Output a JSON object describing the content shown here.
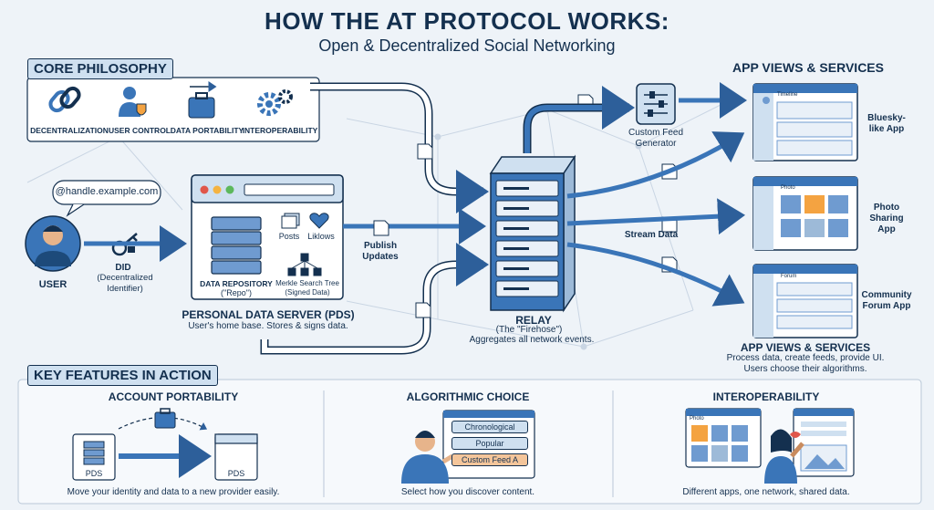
{
  "header": {
    "title": "HOW THE AT PROTOCOL WORKS:",
    "subtitle": "Open & Decentralized Social Networking"
  },
  "core_philosophy": {
    "title": "CORE PHILOSOPHY",
    "items": [
      {
        "label": "DECENTRALIZATION",
        "icon": "chain-link-icon"
      },
      {
        "label": "USER CONTROL",
        "icon": "user-shield-icon"
      },
      {
        "label": "DATA PORTABILITY",
        "icon": "suitcase-icon"
      },
      {
        "label": "INTEROPERABILITY",
        "icon": "gears-icon"
      }
    ]
  },
  "user": {
    "handle": "@handle.example.com",
    "label": "USER",
    "did_title": "DID",
    "did_desc": "(Decentralized Identifier)"
  },
  "pds": {
    "repo_title": "DATA REPOSITORY",
    "repo_sub": "(\"Repo\")",
    "posts_label": "Posts",
    "likes_label": "Liklows",
    "tree_title": "Merkle Search Tree",
    "tree_sub": "(Signed Data)",
    "title": "PERSONAL DATA SERVER (PDS)",
    "desc": "User's home base. Stores & signs data."
  },
  "flow": {
    "publish_updates": "Publish Updates",
    "stream_data": "Stream Data",
    "feed_generator": "Custom Feed Generator"
  },
  "relay": {
    "title": "RELAY",
    "sub": "(The \"Firehose\")",
    "desc": "Aggregates all network events."
  },
  "app_views": {
    "title_top": "APP VIEWS & SERVICES",
    "title_bottom": "APP VIEWS & SERVICES",
    "desc": "Process data, create feeds, provide UI. Users choose their algorithms.",
    "apps": [
      {
        "window_title": "Timeline",
        "label": "Bluesky-like App"
      },
      {
        "window_title": "Photo",
        "label": "Photo Sharing App"
      },
      {
        "window_title": "Forum",
        "label": "Community Forum App"
      }
    ]
  },
  "key_features": {
    "title": "KEY FEATURES IN ACTION",
    "portability": {
      "title": "ACCOUNT PORTABILITY",
      "from_label": "PDS",
      "to_label": "PDS",
      "desc": "Move your identity and data to a new provider easily."
    },
    "algorithmic": {
      "title": "ALGORITHMIC CHOICE",
      "options": [
        "Chronological",
        "Popular",
        "Custom Feed A"
      ],
      "desc": "Select how you discover content."
    },
    "interop": {
      "title": "INTEROPERABILITY",
      "mini_window_title": "Photo",
      "desc": "Different apps, one network, shared data."
    }
  },
  "colors": {
    "navy": "#14304f",
    "arrow_blue": "#3a75b8",
    "panel_blue": "#cfe0f0",
    "orange": "#f4c59a",
    "background": "#eef3f8"
  }
}
